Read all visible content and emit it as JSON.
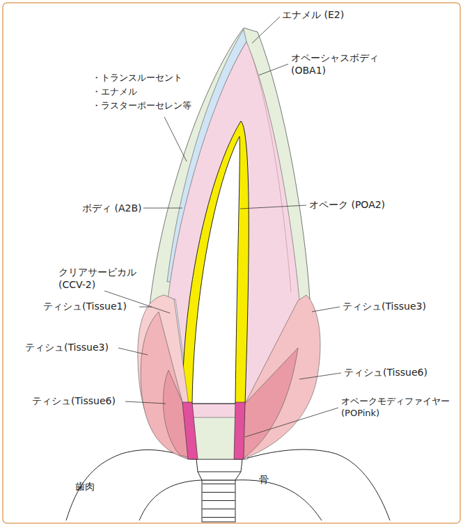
{
  "diagram": {
    "labels": [
      "エナメル (E2)",
      "・トランスルーセント",
      "・エナメル",
      "・ラスターポーセレン等",
      "オペーシャスボディ (OBA1)",
      "ボディ (A2B)",
      "オペーク (POA2)",
      "クリアサービカル (CCV-2)",
      "ティシュ(Tissue1)",
      "ティシュ(Tissue3)",
      "ティシュ(Tissue6)",
      "ティシュ(Tissue3)",
      "ティシュ(Tissue6)",
      "オペークモディファイヤー (POPink)",
      "歯肉",
      "骨"
    ]
  }
}
